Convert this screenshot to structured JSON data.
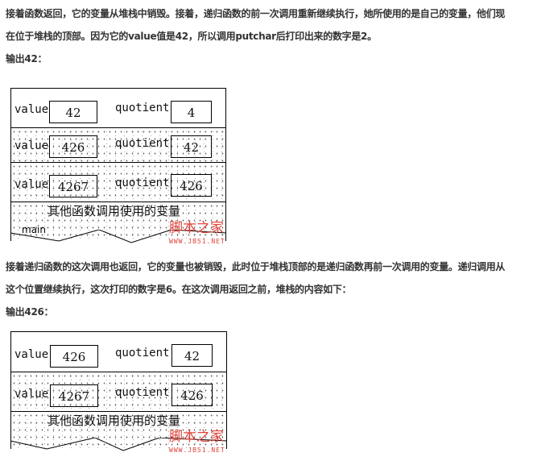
{
  "paragraph1": {
    "line1": "接着函数返回，它的变量从堆栈中销毁。接着，递归函数的前一次调用重新继续执行，她所使用的是自己的变量，他们现",
    "line2": "在位于堆栈的顶部。因为它的value值是42，所以调用putchar后打印出来的数字是2。"
  },
  "output1_label": "输出42：",
  "diagram1": {
    "rows": [
      {
        "value_label": "value",
        "value": "42",
        "quotient_label": "quotient",
        "quotient": "4"
      },
      {
        "value_label": "value",
        "value": "426",
        "quotient_label": "quotient",
        "quotient": "42"
      },
      {
        "value_label": "value",
        "value": "4267",
        "quotient_label": "quotient",
        "quotient": "426"
      }
    ],
    "other_vars": "其他函数调用使用的变量",
    "bottom_label": "main"
  },
  "paragraph2": {
    "line1": "接着递归函数的这次调用也返回，它的变量也被销毁，此时位于堆栈顶部的是递归函数再前一次调用的变量。递归调用从",
    "line2": "这个位置继续执行，这次打印的数字是6。在这次调用返回之前，堆栈的内容如下："
  },
  "output2_label": "输出426：",
  "diagram2": {
    "rows": [
      {
        "value_label": "value",
        "value": "426",
        "quotient_label": "quotient",
        "quotient": "42"
      },
      {
        "value_label": "value",
        "value": "4267",
        "quotient_label": "quotient",
        "quotient": "426"
      }
    ],
    "other_vars": "其他函数调用使用的变量"
  },
  "watermark": {
    "text": "脚本之家",
    "url": "WWW.JB51.NET",
    "color": "#e0443a"
  }
}
